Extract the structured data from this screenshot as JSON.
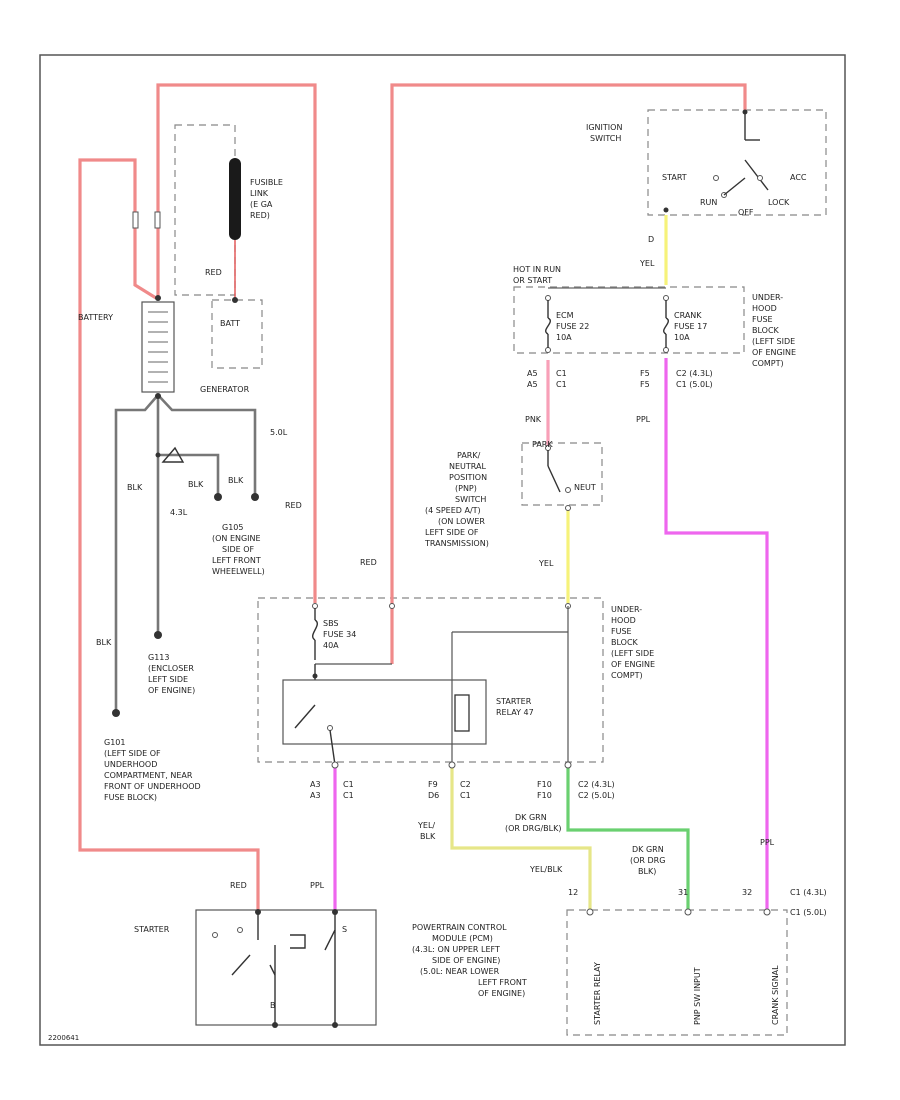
{
  "wire_colors": {
    "red": "#f08a8a",
    "pink": "#f8a0b8",
    "ppl": "#ee66ee",
    "yel": "#f6f27a",
    "grn": "#6ad070",
    "blk": "#777777"
  },
  "labels": {
    "battery": "BATTERY",
    "fusible_link": [
      "FUSIBLE",
      "LINK",
      "(E GA",
      "RED)"
    ],
    "red1": "RED",
    "batt": "BATT",
    "generator": "GENERATOR",
    "blk1": "BLK",
    "blk2": "BLK",
    "blk3": "BLK",
    "red2": "RED",
    "red3": "RED",
    "v_4_3l": "4.3L",
    "v_5_0l": "5.0L",
    "g105": [
      "G105",
      "(ON ENGINE",
      "SIDE OF",
      "LEFT FRONT",
      "WHEELWELL)"
    ],
    "g113": [
      "G113",
      "(ENCLOSER",
      "LEFT SIDE",
      "OF ENGINE)"
    ],
    "g101": [
      "G101",
      "(LEFT SIDE OF",
      "UNDERHOOD",
      "COMPARTMENT, NEAR",
      "FRONT OF UNDERHOOD",
      "FUSE BLOCK)"
    ],
    "ign_title": [
      "IGNITION",
      "SWITCH"
    ],
    "start": "START",
    "acc": "ACC",
    "run": "RUN",
    "lock": "LOCK",
    "off": "OFF",
    "ign_pin": "D",
    "yel1": "YEL",
    "hot_run": [
      "HOT IN RUN",
      "OR START"
    ],
    "fuse_ecm": [
      "ECM",
      "FUSE 22",
      "10A"
    ],
    "fuse_crank": [
      "CRANK",
      "FUSE 17",
      "10A"
    ],
    "uhfb_top": [
      "UNDER-",
      "HOOD",
      "FUSE",
      "BLOCK",
      "(LEFT SIDE",
      "OF ENGINE",
      "COMPT)"
    ],
    "a5a": "A5",
    "a5b": "A5",
    "c1a": "C1",
    "c1b": "C1",
    "f5": "F5",
    "c2_43": "C2 (4.3L)",
    "c1_50": "C1 (5.0L)",
    "pnk": "PNK",
    "ppl1": "PPL",
    "pnp": [
      "PARK/",
      "NEUTRAL",
      "POSITION",
      "(PNP)",
      "SWITCH",
      "(4 SPEED A/T)",
      "(ON LOWER",
      "LEFT SIDE OF",
      "TRANSMISSION)"
    ],
    "park": "PARK",
    "neut": "NEUT",
    "yel2": "YEL",
    "fuse_sbs": [
      "SBS",
      "FUSE 34",
      "40A"
    ],
    "starter_relay": [
      "STARTER",
      "RELAY 47"
    ],
    "uhfb_mid": [
      "UNDER-",
      "HOOD",
      "FUSE",
      "BLOCK",
      "(LEFT SIDE",
      "OF ENGINE",
      "COMPT)"
    ],
    "a3a": "A3",
    "a3b": "A3",
    "c1c": "C1",
    "c1d": "C1",
    "f9": "F9",
    "d6": "D6",
    "c2b": "C2",
    "c1e": "C1",
    "f10a": "F10",
    "f10b": "F10",
    "c2_43b": "C2 (4.3L)",
    "c2_50b": "C2 (5.0L)",
    "dk_grn": [
      "DK GRN",
      "(OR DRG/BLK)"
    ],
    "yel_blk": [
      "YEL/",
      "BLK"
    ],
    "yel_blk2": "YEL/BLK",
    "dk_grn2": [
      "DK GRN",
      "(OR DRG",
      "BLK)"
    ],
    "ppl2": "PPL",
    "red4": "RED",
    "ppl3": "PPL",
    "starter": "STARTER",
    "s_pin": "S",
    "b_pin": "B",
    "pin_12": "12",
    "pin_31": "31",
    "pin_32": "32",
    "c1_43b": "C1 (4.3L)",
    "c1_50b": "C1 (5.0L)",
    "pcm": [
      "POWERTRAIN CONTROL",
      "MODULE (PCM)",
      "(4.3L: ON UPPER LEFT",
      "SIDE OF ENGINE)",
      "(5.0L: NEAR LOWER",
      "LEFT FRONT",
      "OF ENGINE)"
    ],
    "pcm_pin1": "STARTER RELAY",
    "pcm_pin2": "PNP SW INPUT",
    "pcm_pin3": "CRANK SIGNAL",
    "footer": "2200641"
  }
}
